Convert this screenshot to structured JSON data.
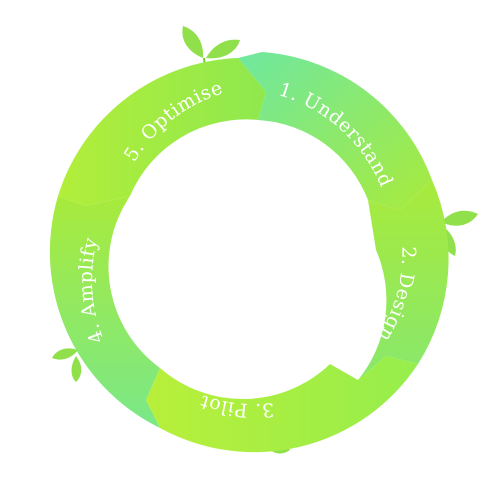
{
  "cycle": {
    "steps": [
      {
        "label": "1. Understand",
        "color_start": "#6fe89a",
        "color_end": "#a6ea3c"
      },
      {
        "label": "2. Design",
        "color_start": "#a6ea3c",
        "color_end": "#8ee86a"
      },
      {
        "label": "3. Pilot",
        "color_start": "#9cf049",
        "color_end": "#b5ef3b"
      },
      {
        "label": "4. Amplify",
        "color_start": "#6fe58f",
        "color_end": "#a8ea3c"
      },
      {
        "label": "5. Optimise",
        "color_start": "#b0ee3a",
        "color_end": "#8fe84e"
      }
    ]
  }
}
